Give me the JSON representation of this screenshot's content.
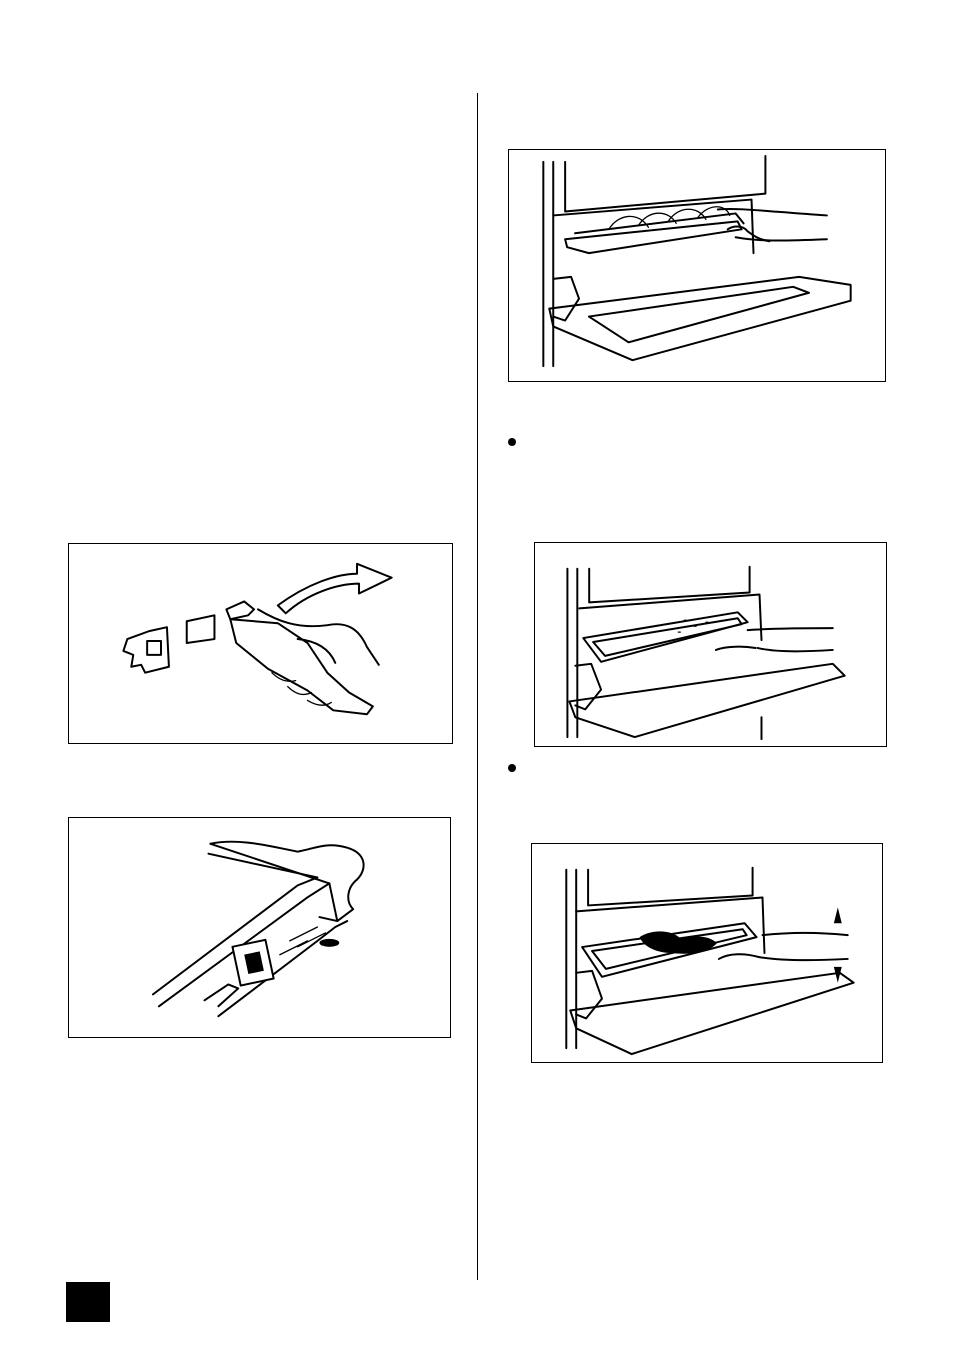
{
  "page": {
    "left_column": {
      "figures": [
        {
          "name": "shelf-runner-removal",
          "icon": "hand-pulling-runner-illustration"
        },
        {
          "name": "oven-shelf-corner",
          "icon": "shelf-corner-detail-illustration"
        }
      ]
    },
    "right_column": {
      "figures": [
        {
          "name": "grill-pan-in-oven",
          "icon": "hand-inserting-grill-pan-illustration"
        },
        {
          "name": "baking-tray-in-oven",
          "icon": "hand-inserting-baking-tray-illustration"
        },
        {
          "name": "roasting-tin-in-oven",
          "icon": "hand-inserting-roasting-tin-illustration"
        }
      ],
      "bullets": [
        {
          "icon": "bullet-icon"
        },
        {
          "icon": "bullet-icon"
        }
      ]
    },
    "page_tab": {
      "color": "#000000",
      "icon": "page-marker-block"
    }
  }
}
